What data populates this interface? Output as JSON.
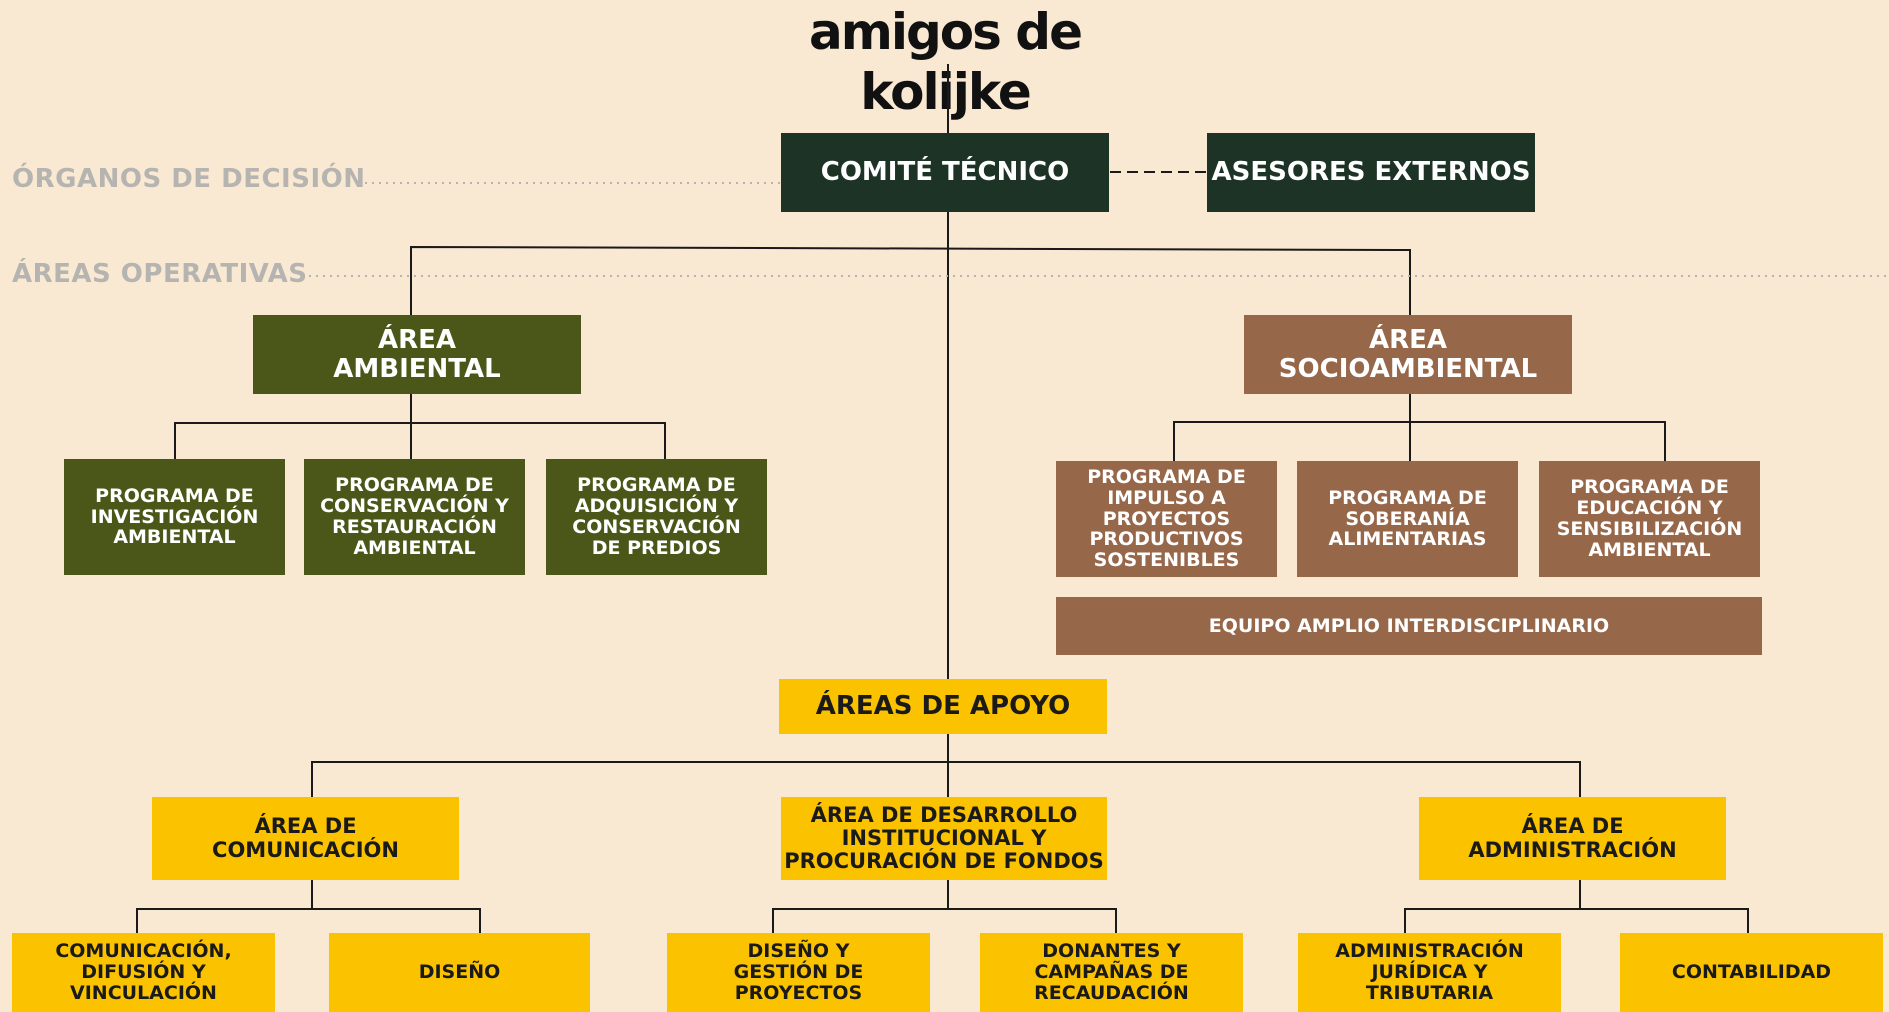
{
  "logo": "amigos de kolijke",
  "levels": {
    "decision": "ÓRGANOS DE DECISIÓN",
    "operative": "ÁREAS OPERATIVAS"
  },
  "nodes": {
    "comite": "COMITÉ TÉCNICO",
    "asesores": "ASESORES EXTERNOS",
    "ambiental": "ÁREA\nAMBIENTAL",
    "socioambiental": "ÁREA\nSOCIOAMBIENTAL",
    "prog_investigacion": "PROGRAMA DE\nINVESTIGACIÓN\nAMBIENTAL",
    "prog_conservacion": "PROGRAMA DE\nCONSERVACIÓN Y\nRESTAURACIÓN\nAMBIENTAL",
    "prog_adquisicion": "PROGRAMA DE\nADQUISICIÓN Y\nCONSERVACIÓN\nDE PREDIOS",
    "prog_impulso": "PROGRAMA DE\nIMPULSO A\nPROYECTOS\nPRODUCTIVOS\nSOSTENIBLES",
    "prog_soberania": "PROGRAMA DE\nSOBERANÍA\nALIMENTARIAS",
    "prog_educacion": "PROGRAMA DE\nEDUCACIÓN Y\nSENSIBILIZACIÓN\nAMBIENTAL",
    "equipo": "EQUIPO AMPLIO INTERDISCIPLINARIO",
    "apoyo": "ÁREAS DE APOYO",
    "comunicacion": "ÁREA DE\nCOMUNICACIÓN",
    "desarrollo": "ÁREA DE DESARROLLO\nINSTITUCIONAL Y\nPROCURACIÓN DE FONDOS",
    "administracion": "ÁREA DE\nADMINISTRACIÓN",
    "difusion": "COMUNICACIÓN,\nDIFUSIÓN Y\nVINCULACIÓN",
    "diseno": "DISEÑO",
    "gestion": "DISEÑO Y\nGESTIÓN DE\nPROYECTOS",
    "donantes": "DONANTES Y\nCAMPAÑAS DE\nRECAUDACIÓN",
    "juridica": "ADMINISTRACIÓN\nJURÍDICA Y\nTRIBUTARIA",
    "contabilidad": "CONTABILIDAD"
  },
  "colors": {
    "background": "#f9e9d2",
    "decision": "#1c3326",
    "ambiental": "#4a5718",
    "socioambiental": "#97674a",
    "apoyo": "#fbc200",
    "level_label": "#b5b4b0"
  }
}
